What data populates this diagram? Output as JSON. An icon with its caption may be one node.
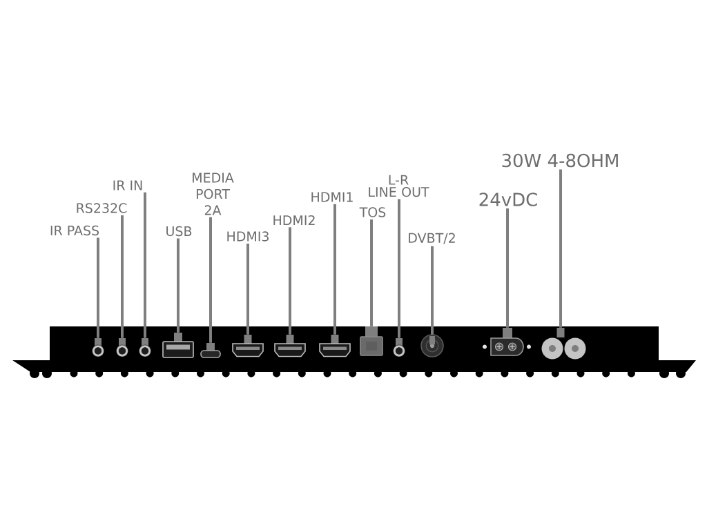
{
  "diagram": {
    "nodes": [
      {
        "text": [
          "IR PASS"
        ]
      },
      {
        "text": [],
        "shape": "circle"
      },
      {
        "text": [
          "RS232C"
        ]
      },
      {
        "text": [],
        "shape": "circle"
      },
      {
        "text": [
          "IR IN"
        ]
      },
      {
        "text": [],
        "shape": "circle"
      },
      {
        "text": [
          "USB"
        ]
      },
      {
        "text": [],
        "shape": "box"
      },
      {
        "text": [
          "MEDIA PORT 2A"
        ]
      },
      {
        "text": [],
        "shape": "box"
      },
      {
        "text": [
          "HDMI3"
        ]
      },
      {
        "text": [],
        "shape": "picture"
      },
      {
        "text": [
          "HDMI2"
        ]
      },
      {
        "text": [],
        "shape": "picture"
      },
      {
        "text": [
          "HDMI1"
        ]
      },
      {
        "text": [],
        "shape": "picture"
      },
      {
        "text": [
          "TOS"
        ]
      },
      {
        "text": [],
        "shape": "box"
      },
      {
        "text": [
          "L-R LINE OUT"
        ]
      },
      {
        "text": [],
        "shape": "circle"
      },
      {
        "text": [
          "DVBT/2"
        ]
      },
      {
        "text": [],
        "shape": "circle"
      },
      {
        "text": [
          "24vDC"
        ]
      },
      {
        "text": [],
        "shape": "picture"
      },
      {
        "text": [
          "30W 4-8OHM"
        ]
      },
      {
        "text": [],
        "shape": "picture"
      }
    ],
    "edges": [
      {
        "from": 0,
        "to": 1,
        "arrow": "none"
      },
      {
        "from": 2,
        "to": 3,
        "arrow": "none"
      },
      {
        "from": 4,
        "to": 5,
        "arrow": "none"
      },
      {
        "from": 6,
        "to": 7,
        "arrow": "none"
      },
      {
        "from": 8,
        "to": 9,
        "arrow": "none"
      },
      {
        "from": 10,
        "to": 11,
        "arrow": "none"
      },
      {
        "from": 12,
        "to": 13,
        "arrow": "none"
      },
      {
        "from": 14,
        "to": 15,
        "arrow": "none"
      },
      {
        "from": 16,
        "to": 17,
        "arrow": "none"
      },
      {
        "from": 18,
        "to": 19,
        "arrow": "none"
      },
      {
        "from": 20,
        "to": 21,
        "arrow": "none"
      },
      {
        "from": 22,
        "to": 23,
        "arrow": "none"
      },
      {
        "from": 24,
        "to": 25,
        "arrow": "none"
      }
    ]
  }
}
